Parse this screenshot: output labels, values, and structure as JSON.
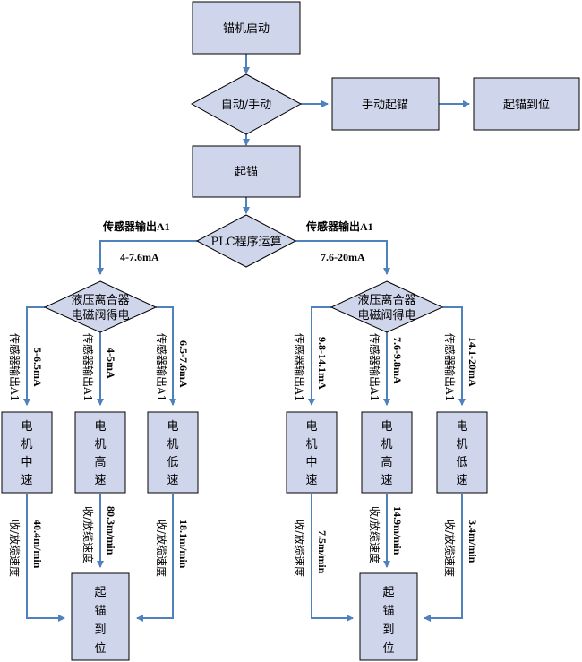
{
  "nodes": {
    "start": "锚机启动",
    "mode": "自动/手动",
    "manual": "手动起锚",
    "manual_done": "起锚到位",
    "lift": "起锚",
    "plc": "PLC程序运算",
    "valve": [
      "液压离合器",
      "电磁阀得电"
    ],
    "medium": [
      "电",
      "机",
      "中",
      "速"
    ],
    "high": [
      "电",
      "机",
      "高",
      "速"
    ],
    "low": [
      "电",
      "机",
      "低",
      "速"
    ],
    "done": [
      "起",
      "锚",
      "到",
      "位"
    ]
  },
  "labels": {
    "sensor": "传感器输出A1",
    "left_range": "4-7.6mA",
    "right_range": "7.6-20mA",
    "l_r1": "5-6.5mA",
    "l_r2": "4-5mA",
    "l_r3": "6.5-7.6mA",
    "r_r1": "9.8-14.1mA",
    "r_r2": "7.6-9.8mA",
    "r_r3": "14.1-20mA",
    "cable": "收/放缆速度",
    "l_s1": "40.4m/min",
    "l_s2": "80.3m/min",
    "l_s3": "18.1m/min",
    "r_s1": "7.5m/min",
    "r_s2": "14.9m/min",
    "r_s3": "3.4m/min"
  }
}
